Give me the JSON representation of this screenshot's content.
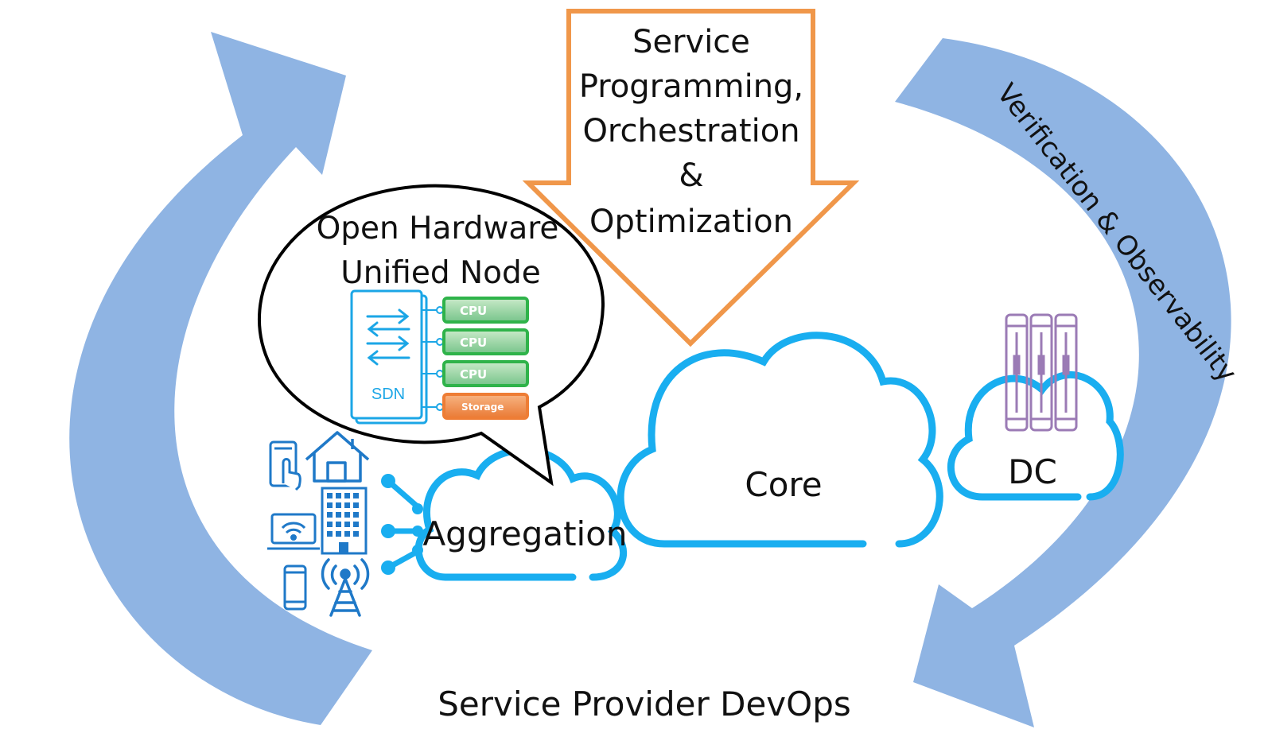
{
  "labels": {
    "programming_lines": [
      "Service",
      "Programming,",
      "Orchestration",
      "&",
      "Optimization"
    ],
    "node_lines": [
      "Open Hardware",
      "Unified Node"
    ],
    "sdn": "SDN",
    "cpu": "CPU",
    "storage": "Storage",
    "core": "Core",
    "dc": "DC",
    "aggregation": "Aggregation",
    "verification": "Verification & Observability",
    "devops": "Service Provider DevOps"
  },
  "icons": {
    "left_cycle": "curved-arrow-up-icon",
    "right_cycle": "curved-arrow-down-icon",
    "programming": "down-arrow-icon",
    "callout": "speech-bubble-icon",
    "sdn_switch": "sdn-switch-icon",
    "servers": "server-rack-icon",
    "tablet": "tablet-touch-icon",
    "home": "house-icon",
    "building": "office-building-icon",
    "laptop": "laptop-wifi-icon",
    "phone": "smartphone-icon",
    "tower": "radio-tower-icon"
  },
  "colors": {
    "cycle_arrow": "#8fb4e3",
    "orange": "#f0974a",
    "cloud": "#19aef0",
    "cpu_green": "#2fb34a",
    "storage_orange": "#ee7d35",
    "server_purple": "#9b7bb5",
    "device_blue": "#1f79c8"
  }
}
